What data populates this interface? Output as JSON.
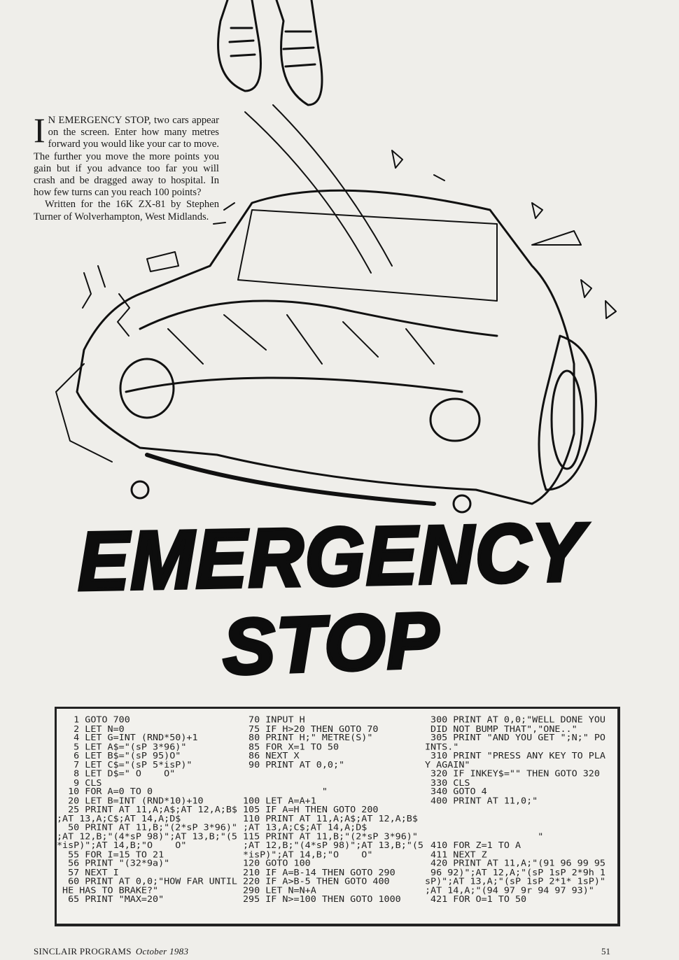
{
  "article": {
    "dropcap": "I",
    "intro": "N EMERGENCY STOP, two cars appear on the screen. Enter how many metres forward you would like your car to move. The further you move the more points you gain but if you advance too far you will crash and be dragged away to hospital. In how few turns can you reach 100 points?",
    "credit": "Written for the 16K ZX-81 by Stephen Turner of Wolverhampton, West Midlands."
  },
  "title": {
    "line1": "EMERGENCY",
    "line2": "STOP"
  },
  "listing": {
    "columns": [
      [
        "   1 GOTO 700",
        "   2 LET N=0",
        "   4 LET G=INT (RND*50)+1",
        "   5 LET A$=\"(sP 3*96)\"",
        "   6 LET B$=\"(sP 95)O\"",
        "   7 LET C$=\"(sP 5*isP)\"",
        "   8 LET D$=\" O    O\"",
        "   9 CLS",
        "  10 FOR A=0 TO 0",
        "  20 LET B=INT (RND*10)+10",
        "  25 PRINT AT 11,A;A$;AT 12,A;B$",
        ";AT 13,A;C$;AT 14,A;D$",
        "  50 PRINT AT 11,B;\"(2*sP 3*96)\"",
        ";AT 12,B;\"(4*sP 98)\";AT 13,B;\"(5",
        "*isP)\";AT 14,B;\"O    O\"",
        "  55 FOR I=15 TO 21",
        "  56 PRINT \"(32*9a)\"",
        "  57 NEXT I",
        "  60 PRINT AT 0,0;\"HOW FAR UNTIL",
        " HE HAS TO BRAKE?\"",
        "  65 PRINT \"MAX=20\""
      ],
      [
        " 70 INPUT H",
        " 75 IF H>20 THEN GOTO 70",
        " 80 PRINT H;\" METRE(S)\"",
        " 85 FOR X=1 TO 50",
        " 86 NEXT X",
        " 90 PRINT AT 0,0;\"",
        "",
        "",
        "              \"",
        "100 LET A=A+1",
        "105 IF A=H THEN GOTO 200",
        "110 PRINT AT 11,A;A$;AT 12,A;B$",
        ";AT 13,A;C$;AT 14,A;D$",
        "115 PRINT AT 11,B;\"(2*sP 3*96)\"",
        ";AT 12,B;\"(4*sP 98)\";AT 13,B;\"(5",
        "*isP)\";AT 14,B;\"O    O\"",
        "120 GOTO 100",
        "210 IF A=B-14 THEN GOTO 290",
        "220 IF A>B-5 THEN GOTO 400",
        "290 LET N=N+A",
        "295 IF N>=100 THEN GOTO 1000"
      ],
      [
        " 300 PRINT AT 0,0;\"WELL DONE YOU",
        " DID NOT BUMP THAT\",\"ONE..\"",
        " 305 PRINT \"AND YOU GET \";N;\" PO",
        "INTS.\"",
        " 310 PRINT \"PRESS ANY KEY TO PLA",
        "Y AGAIN\"",
        " 320 IF INKEY$=\"\" THEN GOTO 320",
        " 330 CLS",
        " 340 GOTO 4",
        " 400 PRINT AT 11,0;\"",
        "",
        "",
        "",
        "                    \"",
        " 410 FOR Z=1 TO A",
        " 411 NEXT Z",
        " 420 PRINT AT 11,A;\"(91 96 99 95",
        " 96 92)\";AT 12,A;\"(sP 1sP 2*9h 1",
        "sP)\";AT 13,A;\"(sP 1sP 2*1* 1sP)\"",
        ";AT 14,A;\"(94 97 9r 94 97 93)\"",
        " 421 FOR O=1 TO 50"
      ]
    ]
  },
  "footer": {
    "magazine": "SINCLAIR PROGRAMS",
    "issue": "October 1983",
    "page": "51"
  }
}
